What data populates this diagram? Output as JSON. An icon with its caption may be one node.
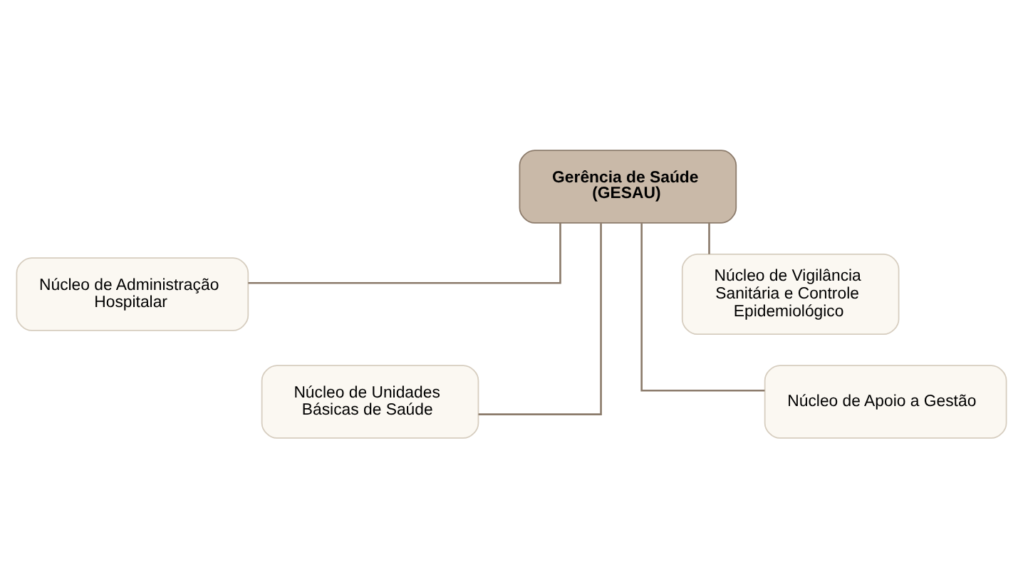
{
  "diagram": {
    "nodes": [
      {
        "text": [
          "Gerência de Saúde (GESAU)"
        ]
      },
      {
        "text": [
          "Núcleo de Administração Hospitalar"
        ]
      },
      {
        "text": [
          "Núcleo de Vigilância Sanitária e Controle Epidemiológico"
        ]
      },
      {
        "text": [
          "Núcleo de Unidades Básicas de Saúde"
        ]
      },
      {
        "text": [
          "Núcleo de Apoio a Gestão"
        ]
      }
    ],
    "edges": [
      {
        "from": 0,
        "to": 1,
        "arrow": "none"
      },
      {
        "from": 0,
        "to": 2,
        "arrow": "none"
      },
      {
        "from": 0,
        "to": 3,
        "arrow": "none"
      },
      {
        "from": 0,
        "to": 4,
        "arrow": "none"
      }
    ]
  }
}
